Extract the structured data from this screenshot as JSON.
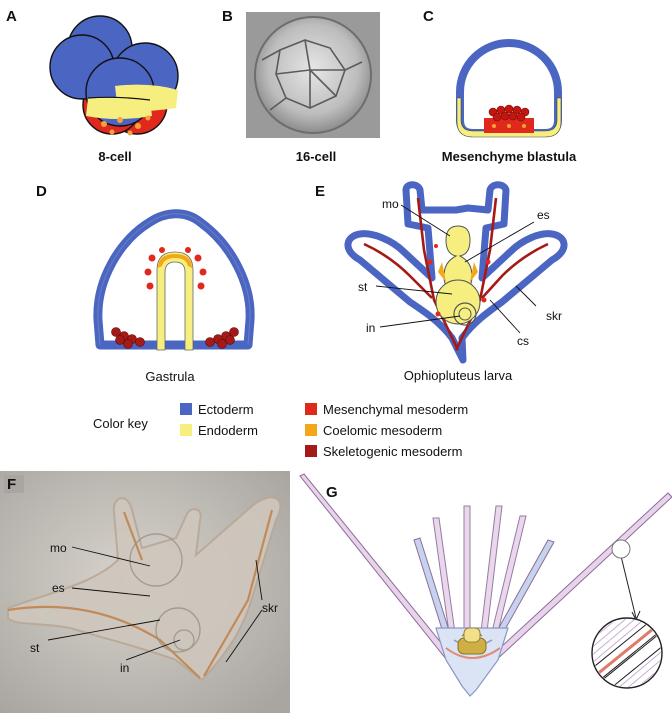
{
  "panels": {
    "a": {
      "letter": "A",
      "caption": "8-cell"
    },
    "b": {
      "letter": "B",
      "caption": "16-cell"
    },
    "c": {
      "letter": "C",
      "caption": "Mesenchyme blastula"
    },
    "d": {
      "letter": "D",
      "caption": "Gastrula"
    },
    "e": {
      "letter": "E",
      "caption": "Ophiopluteus larva",
      "labels": {
        "mo": "mo",
        "es": "es",
        "st": "st",
        "in": "in",
        "cs": "cs",
        "skr": "skr"
      }
    },
    "f": {
      "letter": "F",
      "labels": {
        "mo": "mo",
        "es": "es",
        "st": "st",
        "in": "in",
        "skr": "skr"
      }
    },
    "g": {
      "letter": "G"
    }
  },
  "color_key": {
    "title": "Color key",
    "items": [
      {
        "label": "Ectoderm",
        "color": "#4a66c2"
      },
      {
        "label": "Endoderm",
        "color": "#f6ef80"
      },
      {
        "label": "Mesenchymal mesoderm",
        "color": "#e0281c"
      },
      {
        "label": "Coelomic mesoderm",
        "color": "#f2a818"
      },
      {
        "label": "Skeletogenic mesoderm",
        "color": "#a51a18"
      }
    ]
  },
  "colors": {
    "ectoderm": "#4a66c2",
    "endoderm": "#f6ef80",
    "mesenchymal": "#e0281c",
    "coelomic": "#f2a818",
    "skeletogenic": "#a51a18"
  }
}
